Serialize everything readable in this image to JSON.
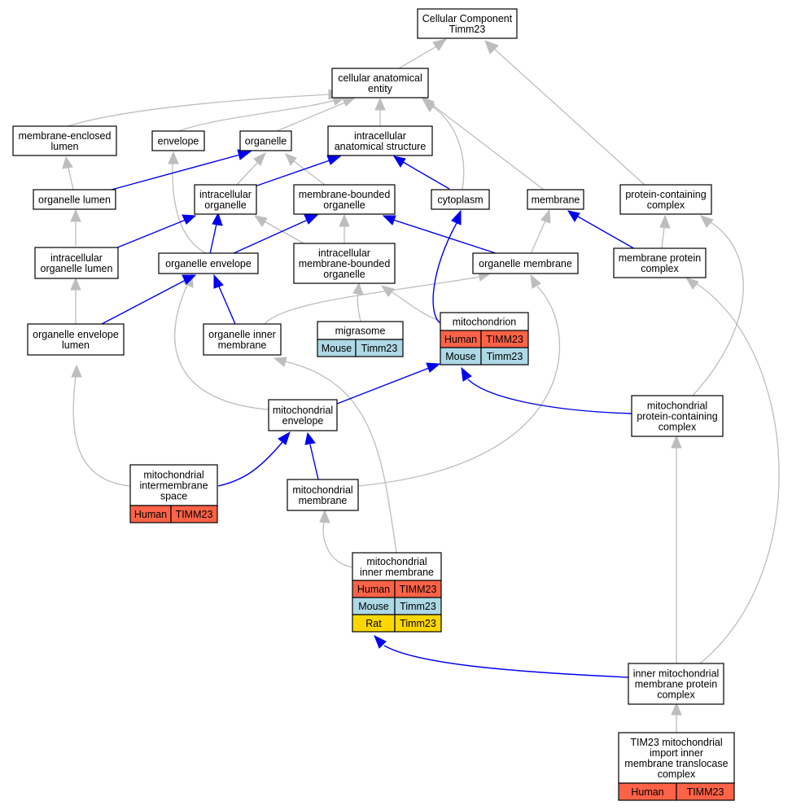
{
  "colors": {
    "human": "#ff6347",
    "mouse": "#add8e6",
    "rat": "#ffd700",
    "part_of_edge": "#0000ee",
    "is_a_edge": "#bdbdbd"
  },
  "nodes": {
    "cellular_component": {
      "lines": [
        "Cellular Component",
        "Timm23"
      ]
    },
    "cellular_anatomical_entity": {
      "lines": [
        "cellular anatomical",
        "entity"
      ]
    },
    "membrane_enclosed_lumen": {
      "lines": [
        "membrane-enclosed",
        "lumen"
      ]
    },
    "envelope": {
      "lines": [
        "envelope"
      ]
    },
    "organelle": {
      "lines": [
        "organelle"
      ]
    },
    "intracellular_anatomical_structure": {
      "lines": [
        "intracellular",
        "anatomical structure"
      ]
    },
    "organelle_lumen": {
      "lines": [
        "organelle lumen"
      ]
    },
    "intracellular_organelle": {
      "lines": [
        "intracellular",
        "organelle"
      ]
    },
    "membrane_bounded_organelle": {
      "lines": [
        "membrane-bounded",
        "organelle"
      ]
    },
    "cytoplasm": {
      "lines": [
        "cytoplasm"
      ]
    },
    "membrane": {
      "lines": [
        "membrane"
      ]
    },
    "protein_containing_complex": {
      "lines": [
        "protein-containing",
        "complex"
      ]
    },
    "intracellular_organelle_lumen": {
      "lines": [
        "intracellular",
        "organelle lumen"
      ]
    },
    "organelle_envelope": {
      "lines": [
        "organelle envelope"
      ]
    },
    "intracellular_membrane_bounded_organelle": {
      "lines": [
        "intracellular",
        "membrane-bounded",
        "organelle"
      ]
    },
    "organelle_membrane": {
      "lines": [
        "organelle membrane"
      ]
    },
    "membrane_protein_complex": {
      "lines": [
        "membrane protein",
        "complex"
      ]
    },
    "organelle_envelope_lumen": {
      "lines": [
        "organelle envelope",
        "lumen"
      ]
    },
    "organelle_inner_membrane": {
      "lines": [
        "organelle inner",
        "membrane"
      ]
    },
    "migrasome": {
      "lines": [
        "migrasome"
      ],
      "rows": [
        [
          "Mouse",
          "Timm23",
          "mouse"
        ]
      ]
    },
    "mitochondrion": {
      "lines": [
        "mitochondrion"
      ],
      "rows": [
        [
          "Human",
          "TIMM23",
          "human"
        ],
        [
          "Mouse",
          "Timm23",
          "mouse"
        ]
      ]
    },
    "mitochondrial_envelope": {
      "lines": [
        "mitochondrial",
        "envelope"
      ]
    },
    "mitochondrial_protein_containing_complex": {
      "lines": [
        "mitochondrial",
        "protein-containing",
        "complex"
      ]
    },
    "mitochondrial_intermembrane_space": {
      "lines": [
        "mitochondrial",
        "intermembrane",
        "space"
      ],
      "rows": [
        [
          "Human",
          "TIMM23",
          "human"
        ]
      ]
    },
    "mitochondrial_membrane": {
      "lines": [
        "mitochondrial",
        "membrane"
      ]
    },
    "mitochondrial_inner_membrane": {
      "lines": [
        "mitochondrial",
        "inner membrane"
      ],
      "rows": [
        [
          "Human",
          "TIMM23",
          "human"
        ],
        [
          "Mouse",
          "Timm23",
          "mouse"
        ],
        [
          "Rat",
          "Timm23",
          "rat"
        ]
      ]
    },
    "inner_mitochondrial_membrane_protein_complex": {
      "lines": [
        "inner mitochondrial",
        "membrane protein",
        "complex"
      ]
    },
    "tim23_complex": {
      "lines": [
        "TIM23 mitochondrial",
        "import inner",
        "membrane translocase",
        "complex"
      ],
      "rows": [
        [
          "Human",
          "TIMM23",
          "human"
        ]
      ]
    }
  }
}
